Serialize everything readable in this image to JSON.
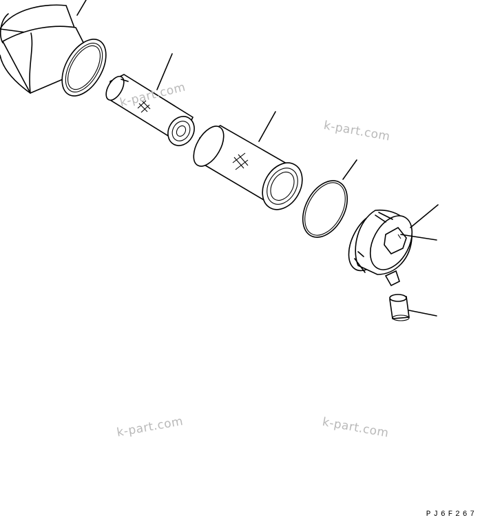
{
  "watermarks": [
    "k-part.com",
    "k-part.com",
    "k-part.com",
    "k-part.com"
  ],
  "drawing_code": "PJ6F267"
}
